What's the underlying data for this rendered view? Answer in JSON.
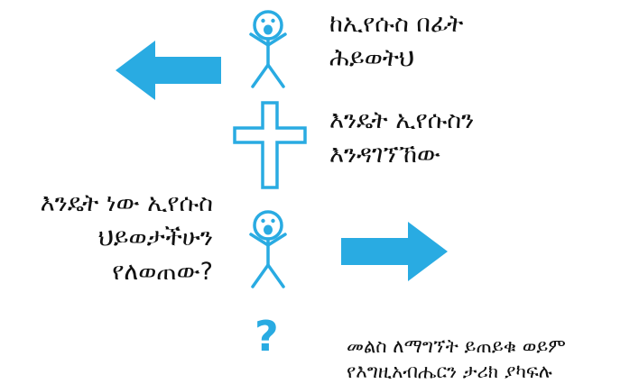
{
  "colors": {
    "accent": "#29ABE2",
    "text": "#111111"
  },
  "icons": {
    "left_arrow": "arrow-left-icon",
    "stick_figure": "stick-figure-icon",
    "cross": "cross-icon",
    "right_arrow": "arrow-right-icon",
    "question": "question-mark-icon"
  },
  "steps": [
    {
      "text": "ከኢየሱስ በፊት\nሕይወትህ"
    },
    {
      "text": "እንዴት ኢየሱስን\nእንዳገኘኸው"
    },
    {
      "text": "እንዴት ነው ኢየሱስ\nህይወታችሁን\nየለወጠው?"
    },
    {
      "text": "መልስ ለማግኘት ይጠይቁ ወይም\nየእግዚአብሔርን ታሪክ ያካፍሉ"
    }
  ],
  "question_mark": "?"
}
